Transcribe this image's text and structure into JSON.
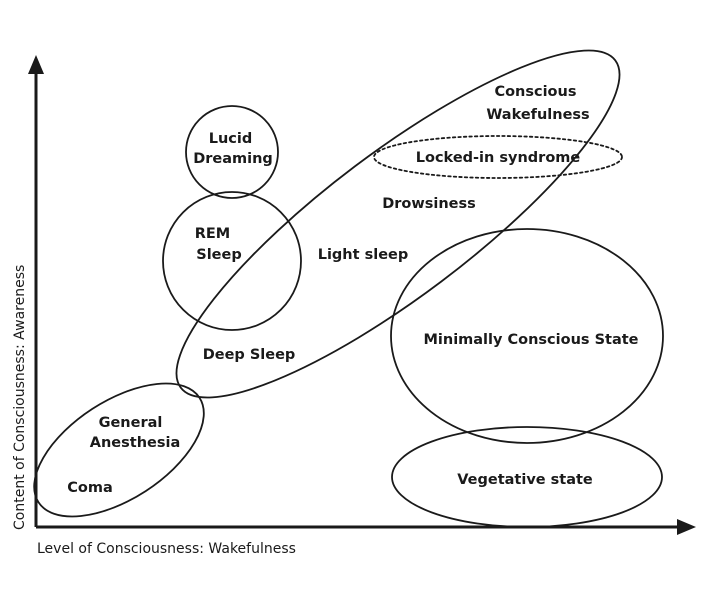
{
  "axes": {
    "x_label": "Level of Consciousness: Wakefulness",
    "y_label": "Content of Consciousness: Awareness"
  },
  "regions": {
    "conscious_wakefulness": [
      "Conscious",
      "Wakefulness"
    ],
    "locked_in": "Locked-in syndrome",
    "drowsiness": "Drowsiness",
    "light_sleep": "Light sleep",
    "deep_sleep": "Deep Sleep",
    "lucid_dreaming": [
      "Lucid",
      "Dreaming"
    ],
    "rem_sleep": [
      "REM",
      "Sleep"
    ],
    "general_anesthesia": [
      "General",
      "Anesthesia"
    ],
    "coma": "Coma",
    "minimally_conscious": "Minimally Conscious State",
    "vegetative": "Vegetative state"
  },
  "colors": {
    "ink": "#1a1a1a",
    "background": "#ffffff"
  }
}
